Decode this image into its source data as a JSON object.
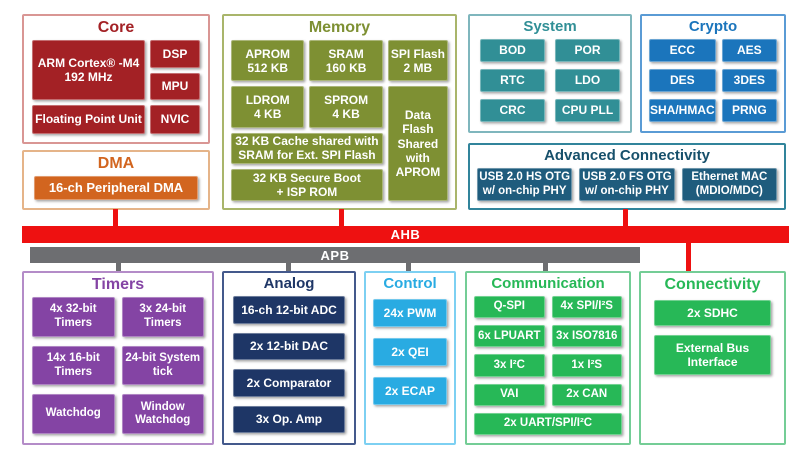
{
  "colors": {
    "core": "#A32125",
    "core_border": "#D99694",
    "dma": "#D2651F",
    "dma_border": "#E5B489",
    "memory": "#7E9033",
    "memory_border": "#A9B56B",
    "system": "#318F96",
    "system_border": "#7FB6BD",
    "crypto": "#1B75BC",
    "crypto_border": "#5A9BD5",
    "advconn": "#1F5C7D",
    "advconn_border": "#31849B",
    "advconn_title": "#17506B",
    "ahb": "#EE1111",
    "apb": "#6D6E71",
    "timers": "#8444A4",
    "timers_border": "#B48CC8",
    "analog": "#1E3666",
    "analog_border": "#44598C",
    "control": "#29ABE2",
    "control_border": "#7DD0F2",
    "comm": "#27B857",
    "comm_border": "#74CD96",
    "conn": "#27B857",
    "conn_border": "#74CD96"
  },
  "buses": {
    "ahb": "AHB",
    "apb": "APB"
  },
  "sections": {
    "core": {
      "title": "Core",
      "cpu": "ARM Cortex® -M4\n192 MHz",
      "dsp": "DSP",
      "mpu": "MPU",
      "fpu": "Floating Point Unit",
      "nvic": "NVIC"
    },
    "dma": {
      "title": "DMA",
      "pdma": "16-ch Peripheral DMA"
    },
    "memory": {
      "title": "Memory",
      "aprom": "APROM\n512 KB",
      "sram": "SRAM\n160 KB",
      "spiflash": "SPI Flash\n2 MB",
      "ldrom": "LDROM\n4 KB",
      "sprom": "SPROM\n4 KB",
      "dataflash": "Data\nFlash\nShared\nwith\nAPROM",
      "cache": "32 KB Cache shared with\nSRAM for Ext. SPI Flash",
      "boot": "32 KB Secure Boot\n+ ISP ROM"
    },
    "system": {
      "title": "System",
      "items": [
        "BOD",
        "POR",
        "RTC",
        "LDO",
        "CRC",
        "CPU PLL"
      ]
    },
    "crypto": {
      "title": "Crypto",
      "items": [
        "ECC",
        "AES",
        "DES",
        "3DES",
        "SHA/HMAC",
        "PRNG"
      ]
    },
    "advconn": {
      "title": "Advanced Connectivity",
      "usb_hs": "USB 2.0 HS OTG\nw/ on-chip PHY",
      "usb_fs": "USB 2.0 FS OTG\nw/ on-chip PHY",
      "emac": "Ethernet MAC\n(MDIO/MDC)"
    },
    "timers": {
      "title": "Timers",
      "items": [
        "4x 32-bit\nTimers",
        "3x 24-bit\nTimers",
        "14x 16-bit\nTimers",
        "24-bit System\ntick",
        "Watchdog",
        "Window\nWatchdog"
      ]
    },
    "analog": {
      "title": "Analog",
      "items": [
        "16-ch 12-bit ADC",
        "2x 12-bit DAC",
        "2x Comparator",
        "3x Op. Amp"
      ]
    },
    "control": {
      "title": "Control",
      "items": [
        "24x PWM",
        "2x QEI",
        "2x ECAP"
      ]
    },
    "comm": {
      "title": "Communication",
      "items": [
        "Q-SPI",
        "4x SPI/I²S",
        "6x LPUART",
        "3x ISO7816",
        "3x I²C",
        "1x I²S",
        "VAI",
        "2x CAN",
        "2x UART/SPI/I²C"
      ]
    },
    "conn": {
      "title": "Connectivity",
      "items": [
        "2x SDHC",
        "External Bus\nInterface"
      ]
    }
  }
}
